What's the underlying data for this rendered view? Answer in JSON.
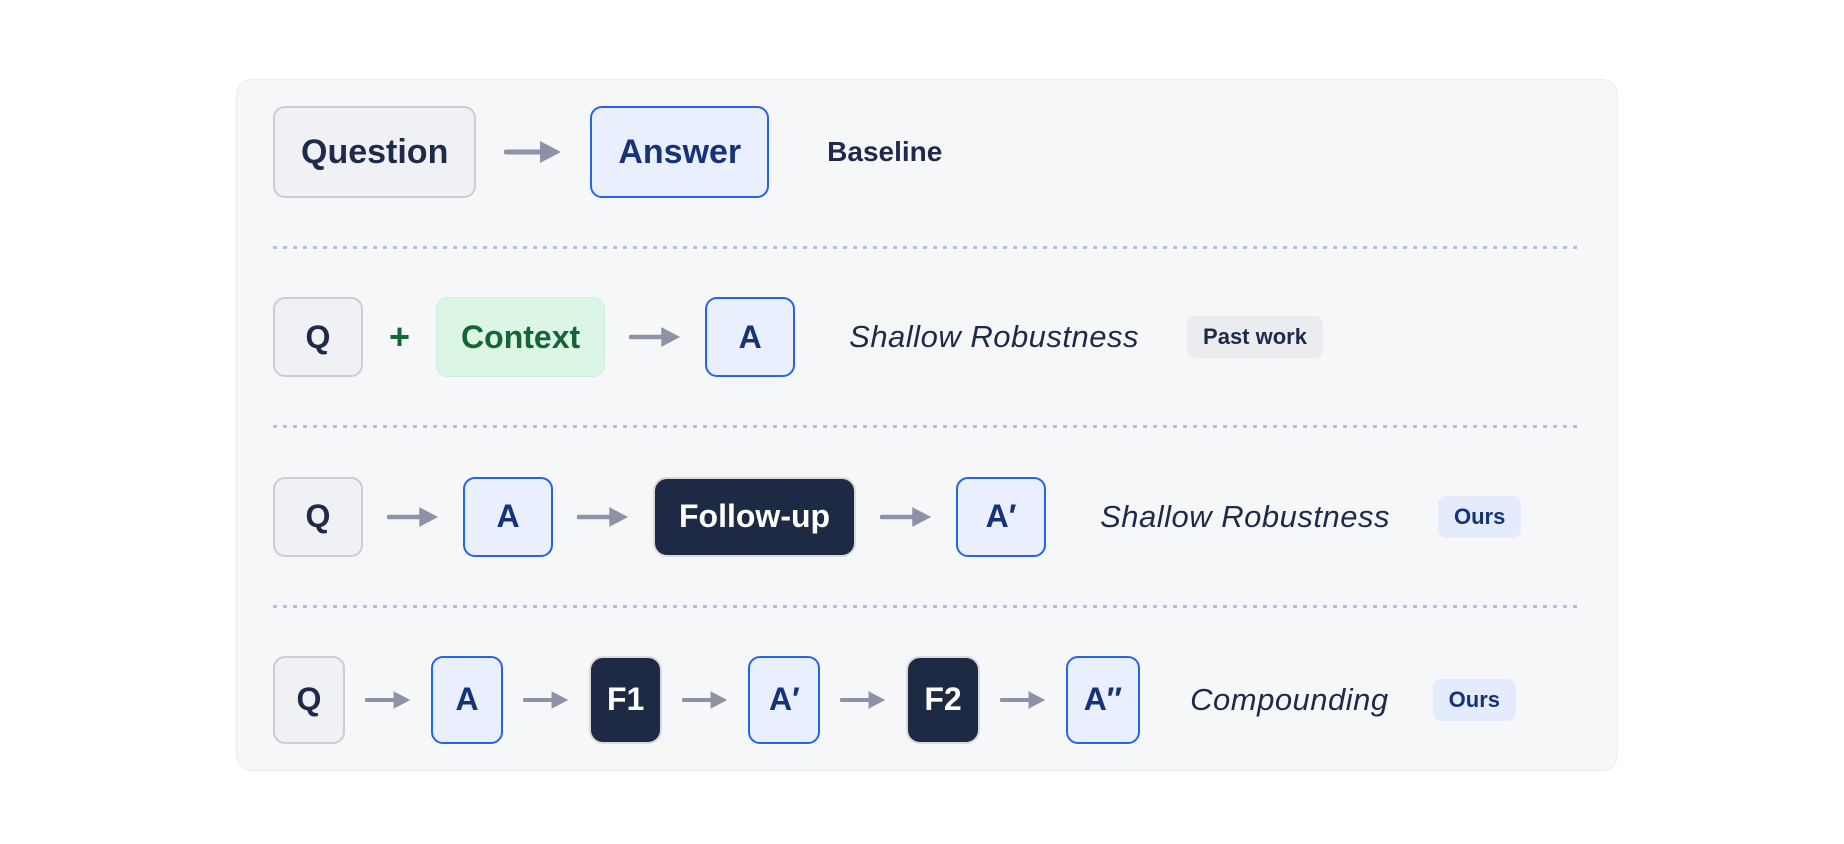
{
  "colors": {
    "card-bg": "#f6f7f9",
    "card-border": "#ecedf1",
    "navy": "#1e2a4a",
    "gray-box-bg": "#f0f1f4",
    "gray-box-border": "#c9cdd6",
    "blue-box-bg": "#e9effd",
    "blue-border": "#2563eb",
    "blue-text": "#16337a",
    "green-box-bg": "#dbf6e5",
    "green-box-border": "#cdeeda",
    "green-text": "#166534",
    "dark-box-bg": "#1e2a44",
    "dark-box-border": "#d8dade",
    "arrow": "#8e92a6",
    "divider": "#b8bce0",
    "gray-badge-bg": "#ebecef",
    "blue-badge-bg": "#e4ebfc"
  },
  "rows": [
    {
      "name": "baseline",
      "size": "lg",
      "nodes": [
        {
          "type": "box",
          "id": "question-box",
          "style": "gray",
          "label": "Question"
        },
        {
          "type": "arrow"
        },
        {
          "type": "box",
          "id": "answer-box",
          "style": "blue",
          "label": "Answer"
        }
      ],
      "caption": {
        "text": "Baseline",
        "style": "bold"
      },
      "badge": null
    },
    {
      "name": "shallow-robustness-past-work",
      "size": "md",
      "nodes": [
        {
          "type": "box",
          "id": "q-box",
          "style": "gray",
          "label": "Q"
        },
        {
          "type": "plus",
          "label": "+"
        },
        {
          "type": "box",
          "id": "context-box",
          "style": "green",
          "label": "Context"
        },
        {
          "type": "arrow"
        },
        {
          "type": "box",
          "id": "a-box",
          "style": "blue",
          "label": "A"
        }
      ],
      "caption": {
        "text": "Shallow Robustness",
        "style": "italic"
      },
      "badge": {
        "text": "Past work",
        "style": "gray"
      }
    },
    {
      "name": "shallow-robustness-ours",
      "size": "md",
      "nodes": [
        {
          "type": "box",
          "id": "q-box",
          "style": "gray",
          "label": "Q"
        },
        {
          "type": "arrow"
        },
        {
          "type": "box",
          "id": "a-box",
          "style": "blue",
          "label": "A"
        },
        {
          "type": "arrow"
        },
        {
          "type": "box",
          "id": "follow-up-box",
          "style": "dark",
          "label": "Follow-up"
        },
        {
          "type": "arrow"
        },
        {
          "type": "box",
          "id": "a-prime-box",
          "style": "blue",
          "label": "A′"
        }
      ],
      "caption": {
        "text": "Shallow Robustness",
        "style": "italic"
      },
      "badge": {
        "text": "Ours",
        "style": "blue"
      }
    },
    {
      "name": "compounding",
      "size": "sm",
      "nodes": [
        {
          "type": "box",
          "id": "q-box",
          "style": "gray",
          "label": "Q"
        },
        {
          "type": "arrow"
        },
        {
          "type": "box",
          "id": "a-box",
          "style": "blue",
          "label": "A"
        },
        {
          "type": "arrow"
        },
        {
          "type": "box",
          "id": "f1-box",
          "style": "dark",
          "label": "F1"
        },
        {
          "type": "arrow"
        },
        {
          "type": "box",
          "id": "a-prime-box",
          "style": "blue",
          "label": "A′"
        },
        {
          "type": "arrow"
        },
        {
          "type": "box",
          "id": "f2-box",
          "style": "dark",
          "label": "F2"
        },
        {
          "type": "arrow"
        },
        {
          "type": "box",
          "id": "a-double-prime-box",
          "style": "blue",
          "label": "A″"
        }
      ],
      "caption": {
        "text": "Compounding",
        "style": "italic"
      },
      "badge": {
        "text": "Ours",
        "style": "blue"
      }
    }
  ]
}
